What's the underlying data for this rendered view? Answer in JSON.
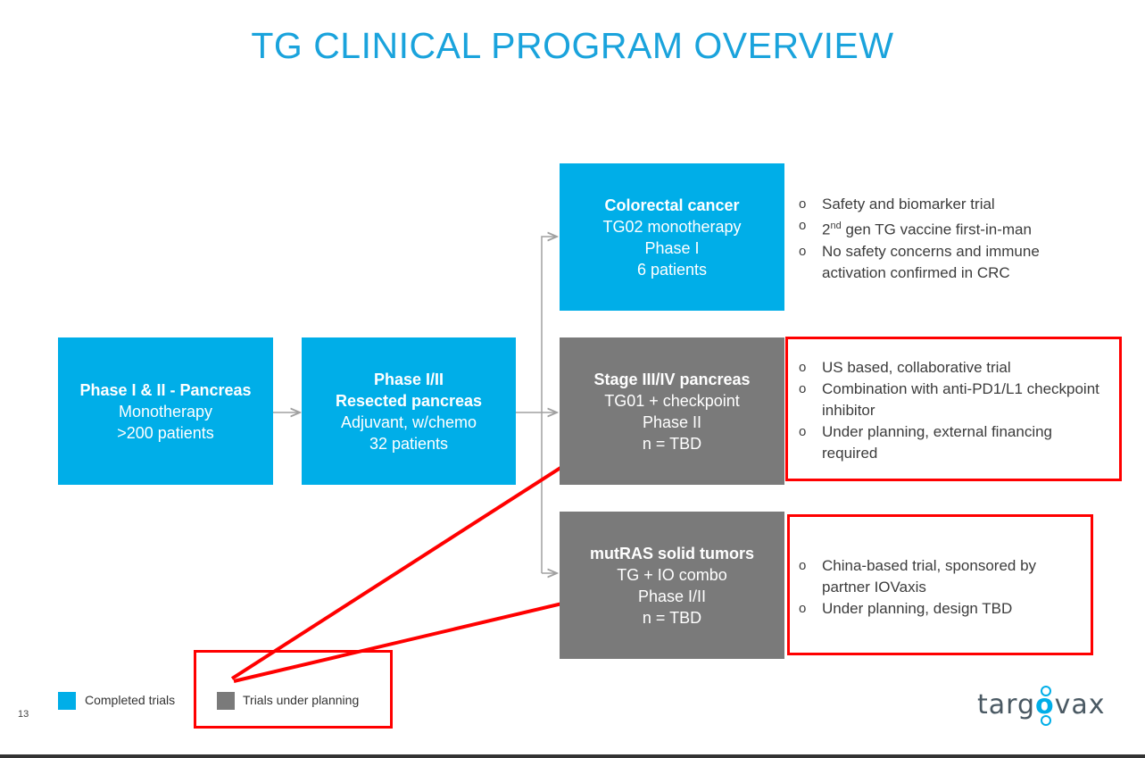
{
  "title": "TG CLINICAL PROGRAM OVERVIEW",
  "boxes": {
    "phase12": {
      "heading": "Phase I & II - Pancreas",
      "line1": "Monotherapy",
      "line2": ">200 patients"
    },
    "phase1_2": {
      "heading1": "Phase I/II",
      "heading2": "Resected pancreas",
      "line1": "Adjuvant, w/chemo",
      "line2": "32 patients"
    },
    "colorectal": {
      "heading": "Colorectal cancer",
      "line1": "TG02 monotherapy",
      "line2": "Phase I",
      "line3": "6 patients"
    },
    "stage34": {
      "heading": "Stage III/IV pancreas",
      "line1": "TG01 + checkpoint",
      "line2": "Phase II",
      "line3": "n = TBD"
    },
    "mutras": {
      "heading": "mutRAS solid tumors",
      "line1": "TG + IO  combo",
      "line2": "Phase I/II",
      "line3": "n = TBD"
    }
  },
  "bullets": {
    "colorectal": [
      "Safety and biomarker trial",
      "gen TG vaccine first-in-man",
      "No safety concerns and immune activation confirmed in CRC"
    ],
    "colorectal_sup_prefix": "2",
    "colorectal_sup": "nd",
    "stage34": [
      "US based, collaborative trial",
      "Combination with anti-PD1/L1 checkpoint inhibitor",
      "Under planning, external financing required"
    ],
    "mutras": [
      "China-based trial, sponsored by partner IOVaxis",
      "Under planning, design TBD"
    ],
    "mark": "o"
  },
  "legend": {
    "completed": "Completed trials",
    "planning": "Trials under planning",
    "completed_color": "#00aee8",
    "planning_color": "#7a7a7a"
  },
  "page_number": "13",
  "logo": {
    "prefix": "targ",
    "o": "o",
    "suffix": "vax"
  },
  "colors": {
    "accent": "#00aee8",
    "gray_box": "#7a7a7a",
    "annotation": "#ff0000",
    "title": "#1aa3dc"
  }
}
